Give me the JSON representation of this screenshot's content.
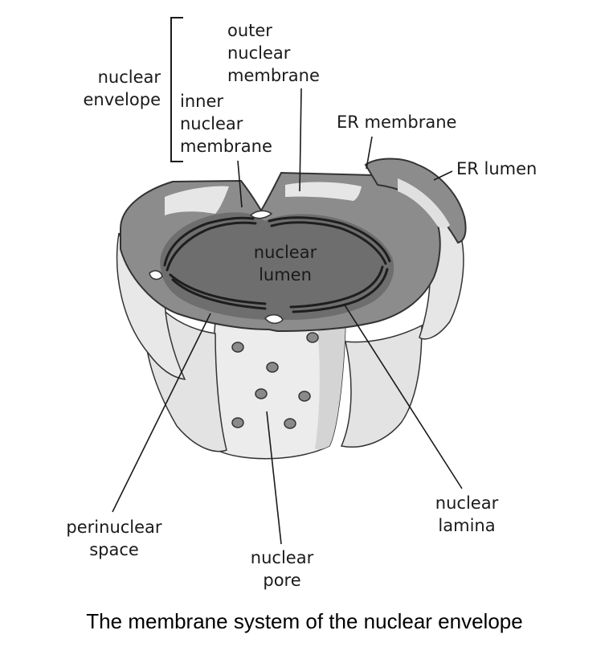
{
  "labels": {
    "outer_nuclear_membrane": [
      "outer",
      "nuclear",
      "membrane"
    ],
    "nuclear_envelope": [
      "nuclear",
      "envelope"
    ],
    "inner_nuclear_membrane": [
      "inner",
      "nuclear",
      "membrane"
    ],
    "er_membrane": "ER membrane",
    "er_lumen": "ER lumen",
    "nuclear_lumen": [
      "nuclear",
      "lumen"
    ],
    "perinuclear_space": [
      "perinuclear",
      "space"
    ],
    "nuclear_pore": [
      "nuclear",
      "pore"
    ],
    "nuclear_lamina": [
      "nuclear",
      "lamina"
    ]
  },
  "caption": "The membrane system of the nuclear envelope",
  "colors": {
    "membrane": "#8c8c8c",
    "lumen": "#707070",
    "cylinder": "#ececec",
    "shade": "#cfcfcf",
    "lamina": "#1e1e1e",
    "line": "#1a1a1a"
  }
}
